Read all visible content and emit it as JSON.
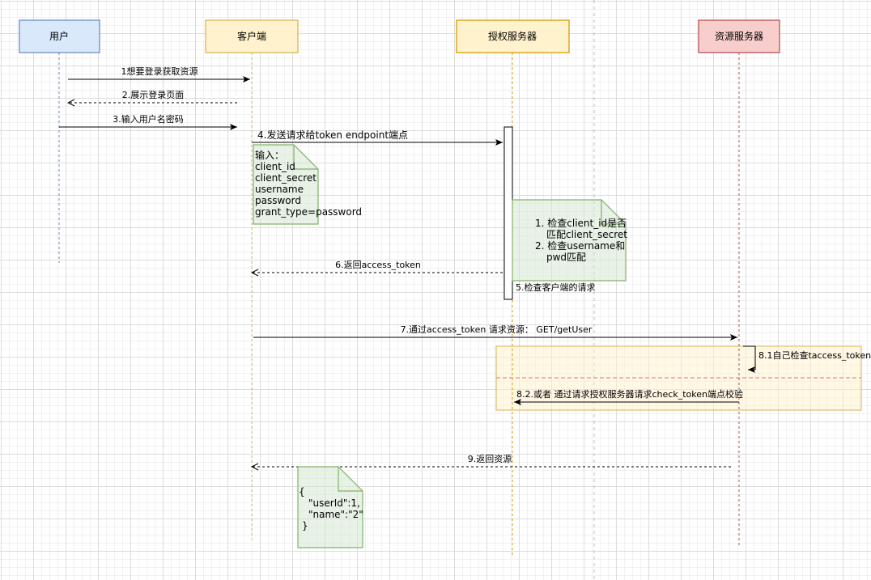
{
  "participants": [
    {
      "id": "user",
      "label": "用户",
      "color": "#6c8ebf",
      "fill": "#dae8fc"
    },
    {
      "id": "client",
      "label": "客户端",
      "color": "#d6b656",
      "fill": "#fff2cc"
    },
    {
      "id": "auth",
      "label": "授权服务器",
      "color": "#d79b00",
      "fill": "#fff2cc"
    },
    {
      "id": "resource",
      "label": "资源服务器",
      "color": "#b85450",
      "fill": "#f8cecc"
    }
  ],
  "messages": {
    "m1": "1想要登录获取资源",
    "m2": "2.展示登录页面",
    "m3": "3.输入用户名密码",
    "m4": "4.发送请求给token endpoint端点",
    "m5": "5.检查客户端的请求",
    "m6": "6.返回access_token",
    "m7": "7.通过access_token 请求资源： GET/getUser",
    "m81": "8.1自己检查taccess_token",
    "m82": "8.2.或者 通过请求授权服务器请求check_token端点校验",
    "m9": "9.返回资源"
  },
  "notes": {
    "input": [
      "输入：",
      "client_id",
      "client_secret",
      "username",
      "password",
      "grant_type=password"
    ],
    "check": [
      "1. 检查client_id是否",
      "匹配client_secret",
      "2. 检查username和",
      "pwd匹配"
    ],
    "result": [
      "{",
      "\"userId\":1,",
      "\"name\":\"2\"",
      "}"
    ]
  },
  "colors": {
    "note_stroke": "#82b366",
    "note_fill": "#d5e8d4",
    "alt_stroke": "#d6b656",
    "alt_fill": "#fff2cc",
    "alt_divider": "#e07070"
  }
}
